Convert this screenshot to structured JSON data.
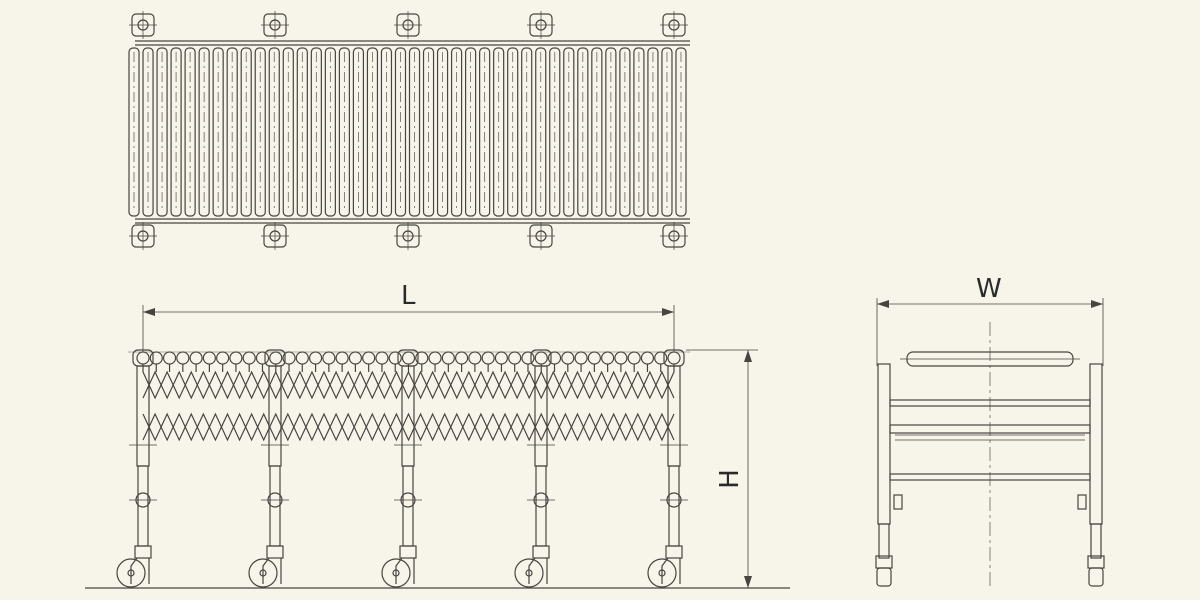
{
  "dimensions": {
    "length_label": "L",
    "width_label": "W",
    "height_label": "H"
  },
  "colors": {
    "background": "#f7f4ea",
    "line": "#4a4440",
    "center_line": "#6b655f"
  },
  "drawing": {
    "views": [
      "top-view",
      "side-view",
      "end-view"
    ],
    "legs_count": 5,
    "roller_count": 40
  }
}
